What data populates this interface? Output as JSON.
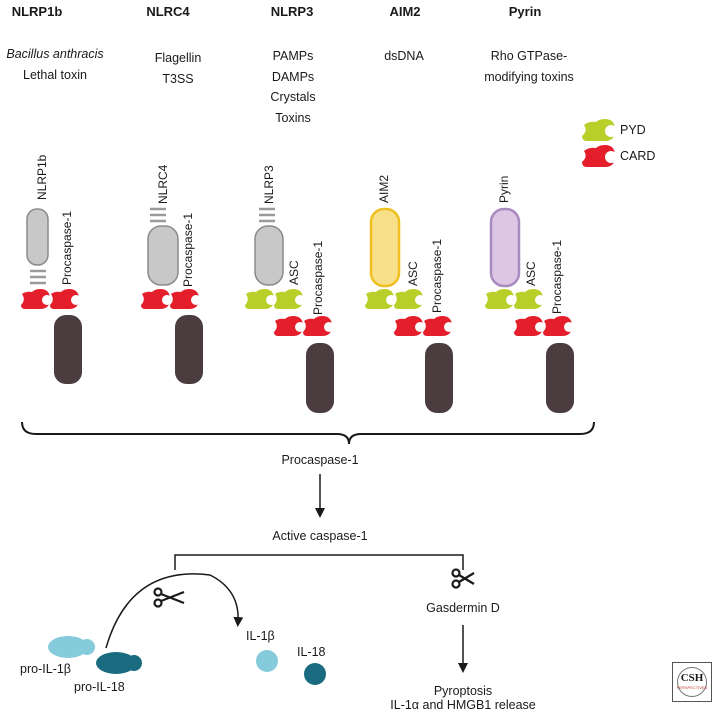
{
  "columns": [
    {
      "name": "NLRP1b",
      "stimuli_italic": "Bacillus anthracis",
      "stimuli": [
        "Lethal toxin"
      ],
      "sensor_label": "NLRP1b",
      "procaspase_label": "Procaspase-1"
    },
    {
      "name": "NLRC4",
      "stimuli": [
        "Flagellin",
        "T3SS"
      ],
      "sensor_label": "NLRC4",
      "procaspase_label": "Procaspase-1"
    },
    {
      "name": "NLRP3",
      "stimuli": [
        "PAMPs",
        "DAMPs",
        "Crystals",
        "Toxins"
      ],
      "sensor_label": "NLRP3",
      "adaptor_label": "ASC",
      "procaspase_label": "Procaspase-1"
    },
    {
      "name": "AIM2",
      "stimuli": [
        "dsDNA"
      ],
      "sensor_label": "AIM2",
      "adaptor_label": "ASC",
      "procaspase_label": "Procaspase-1"
    },
    {
      "name": "Pyrin",
      "stimuli": [
        "Rho GTPase-",
        "modifying toxins"
      ],
      "sensor_label": "Pyrin",
      "adaptor_label": "ASC",
      "procaspase_label": "Procaspase-1"
    }
  ],
  "legend": {
    "pyd": "PYD",
    "card": "CARD"
  },
  "flow": {
    "procaspase": "Procaspase-1",
    "active": "Active caspase-1",
    "gasdermin": "Gasdermin D",
    "pyroptosis": "Pyroptosis",
    "release": "IL-1α and HMGB1 release"
  },
  "cytokines": {
    "pro_il1b": "pro-IL-1β",
    "pro_il18": "pro-IL-18",
    "il1b": "IL-1β",
    "il18": "IL-18"
  },
  "logo": {
    "line1": "CSH",
    "line2": "PERSPECTIVES"
  },
  "colors": {
    "pyd": "#b8cf2a",
    "card": "#e41e2b",
    "caspase": "#4a3c3f",
    "nlr": "#c8c8c8",
    "aim2": "#f8e08a",
    "aim2_border": "#f0c020",
    "pyrin": "#dcc6e4",
    "pyrin_border": "#a98bc0",
    "il1b": "#86cbdc",
    "il18": "#1b6b80"
  }
}
